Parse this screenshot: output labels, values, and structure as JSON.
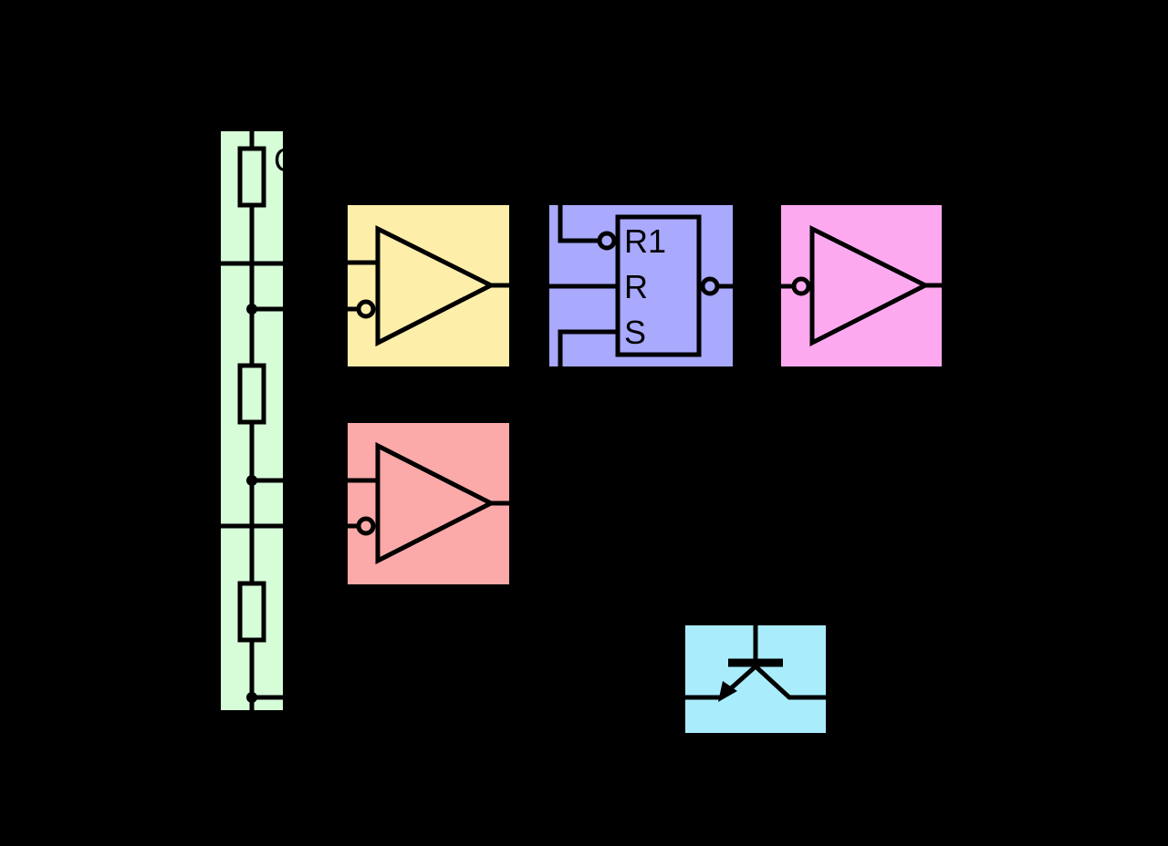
{
  "colors": {
    "background": "#000000",
    "divider_block": "#d6fcd8",
    "comparator_upper": "#fdeeaa",
    "comparator_lower": "#fca9a9",
    "flip_flop": "#a9a9fd",
    "output_inverter": "#fda9ef",
    "discharge_transistor": "#a9edfd",
    "ink": "#000000"
  },
  "divider": {
    "partial_label": "C"
  },
  "flip_flop": {
    "label_r1": "R1",
    "label_r": "R",
    "label_s": "S"
  }
}
